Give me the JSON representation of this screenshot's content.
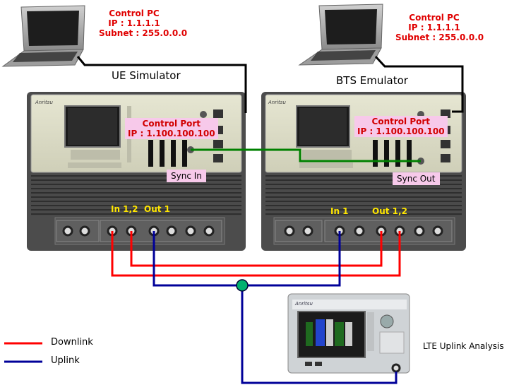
{
  "control_pc_left": {
    "title": "Control PC",
    "ip": "IP : 1.1.1.1",
    "subnet": "Subnet : 255.0.0.0"
  },
  "control_pc_right": {
    "title": "Control PC",
    "ip": "IP : 1.1.1.1",
    "subnet": "Subnet : 255.0.0.0"
  },
  "ue_simulator": {
    "title": "UE Simulator",
    "brand": "Anritsu",
    "control_port": "Control Port",
    "control_ip": "IP : 1.100.100.100",
    "sync": "Sync In",
    "port_in": "In 1,2",
    "port_out": "Out 1"
  },
  "bts_emulator": {
    "title": "BTS Emulator",
    "brand": "Anritsu",
    "control_port": "Control Port",
    "control_ip": "IP : 1.100.100.100",
    "sync": "Sync Out",
    "port_in": "In 1",
    "port_out": "Out 1,2"
  },
  "analyzer": {
    "label": "LTE Uplink Analysis",
    "brand": "Anritsu"
  },
  "legend": {
    "downlink": {
      "label": "Downlink",
      "color": "#ff0000"
    },
    "uplink": {
      "label": "Uplink",
      "color": "#000099"
    }
  },
  "colors": {
    "sync_cable": "#008000",
    "pc_cable": "#000000",
    "splitter": "#00b070"
  }
}
